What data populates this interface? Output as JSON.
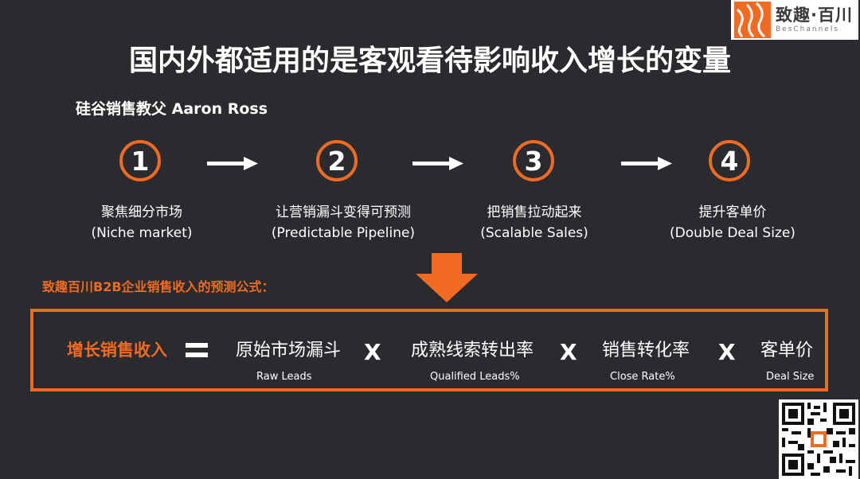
{
  "logo": {
    "cn": "致趣·百川",
    "en": "BesChannels"
  },
  "title": "国内外都适用的是客观看待影响收入增长的变量",
  "subtitle": "硅谷销售教父 Aaron Ross",
  "steps": [
    {
      "num": "1",
      "cn": "聚焦细分市场",
      "en": "(Niche market)"
    },
    {
      "num": "2",
      "cn": "让营销漏斗变得可预测",
      "en": "(Predictable Pipeline)"
    },
    {
      "num": "3",
      "cn": "把销售拉动起来",
      "en": "(Scalable Sales)"
    },
    {
      "num": "4",
      "cn": "提升客单价",
      "en": "(Double Deal Size)"
    }
  ],
  "formula": {
    "label": "致趣百川B2B企业销售收入的预测公式：",
    "main": "增长销售收入",
    "times": "X",
    "items": [
      {
        "cn": "原始市场漏斗",
        "en": "Raw Leads"
      },
      {
        "cn": "成熟线索转出率",
        "en": "Qualified Leads%"
      },
      {
        "cn": "销售转化率",
        "en": "Close Rate%"
      },
      {
        "cn": "客单价",
        "en": "Deal Size"
      }
    ]
  },
  "colors": {
    "accent": "#f06a22",
    "background": "#2a2b2f",
    "text": "#ffffff"
  }
}
